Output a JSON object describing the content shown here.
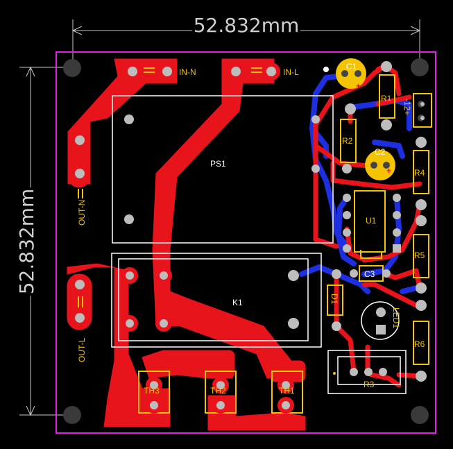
{
  "dimensions": {
    "horizontal": "52.832mm",
    "vertical": "52.832mm"
  },
  "components": {
    "in_n": "IN-N",
    "in_l": "IN-L",
    "out_n": "OUT-N",
    "out_l": "OUT-L",
    "ps1": "PS1",
    "k1": "K1",
    "th1": "TH1",
    "th2": "TH2",
    "th3": "TH3",
    "c1": "C1",
    "c2": "C2",
    "c3": "C3",
    "r1": "R1",
    "r2": "R2",
    "r3": "R3",
    "r4": "R4",
    "r5": "R5",
    "r6": "R6",
    "u1": "U1",
    "d1": "D1",
    "led1": "LED1",
    "connector_12v": "-12+",
    "plus_c1": "+",
    "plus_c2": "+"
  },
  "colors": {
    "board_edge": "#e020e0",
    "top_copper": "#e8141c",
    "bottom_copper": "#1e2fe0",
    "silkscreen": "#f5c400",
    "outline": "#ffffff",
    "pad": "#bdbdbd"
  }
}
